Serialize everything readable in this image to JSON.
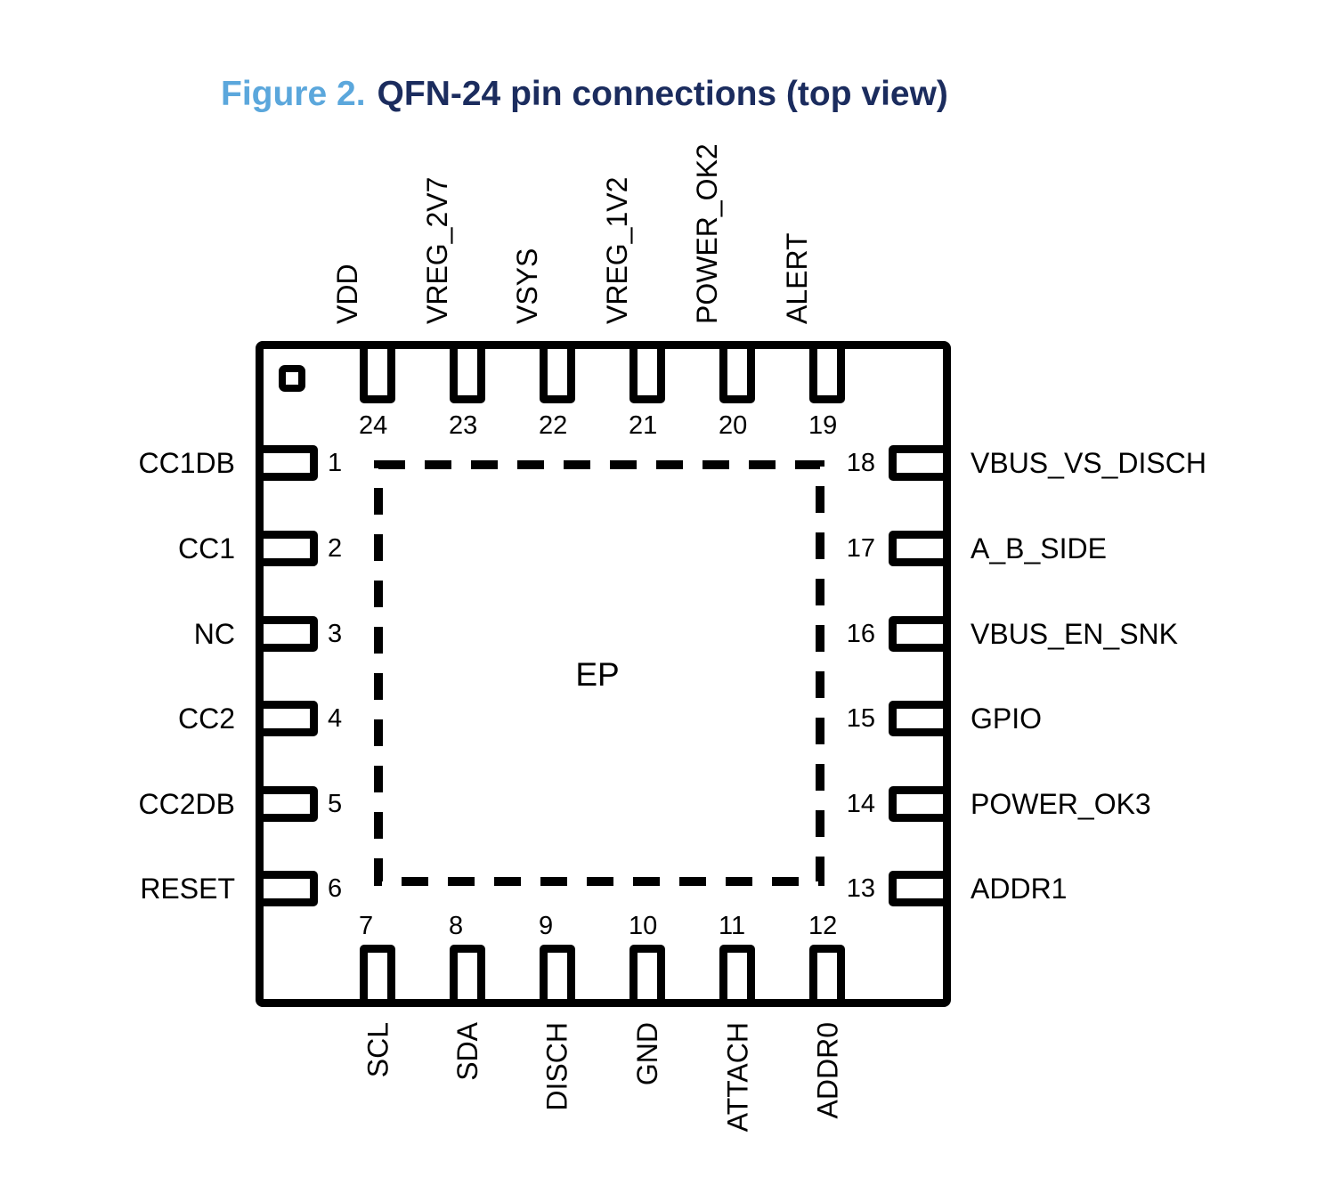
{
  "figure": {
    "label": "Figure 2.",
    "title": "QFN-24 pin connections (top view)"
  },
  "colors": {
    "figure_label_blue": "#5ba7dc",
    "figure_title_navy": "#1b2c5e",
    "line_black": "#000000"
  },
  "chip": {
    "ep_label": "EP",
    "pins": {
      "top": [
        {
          "num": "24",
          "label": "VDD"
        },
        {
          "num": "23",
          "label": "VREG_2V7"
        },
        {
          "num": "22",
          "label": "VSYS"
        },
        {
          "num": "21",
          "label": "VREG_1V2"
        },
        {
          "num": "20",
          "label": "POWER_OK2"
        },
        {
          "num": "19",
          "label": "ALERT"
        }
      ],
      "bottom": [
        {
          "num": "7",
          "label": "SCL"
        },
        {
          "num": "8",
          "label": "SDA"
        },
        {
          "num": "9",
          "label": "DISCH"
        },
        {
          "num": "10",
          "label": "GND"
        },
        {
          "num": "11",
          "label": "ATTACH"
        },
        {
          "num": "12",
          "label": "ADDR0"
        }
      ],
      "left": [
        {
          "num": "1",
          "label": "CC1DB"
        },
        {
          "num": "2",
          "label": "CC1"
        },
        {
          "num": "3",
          "label": "NC"
        },
        {
          "num": "4",
          "label": "CC2"
        },
        {
          "num": "5",
          "label": "CC2DB"
        },
        {
          "num": "6",
          "label": "RESET"
        }
      ],
      "right": [
        {
          "num": "18",
          "label": "VBUS_VS_DISCH"
        },
        {
          "num": "17",
          "label": "A_B_SIDE"
        },
        {
          "num": "16",
          "label": "VBUS_EN_SNK"
        },
        {
          "num": "15",
          "label": "GPIO"
        },
        {
          "num": "14",
          "label": "POWER_OK3"
        },
        {
          "num": "13",
          "label": "ADDR1"
        }
      ]
    }
  }
}
